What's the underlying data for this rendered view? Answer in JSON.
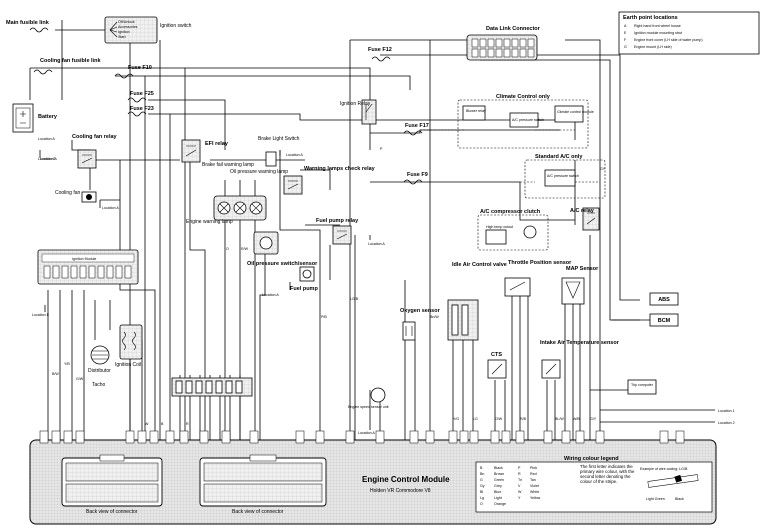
{
  "fusible_links": {
    "main": "Main fusible link",
    "cooling_fan": "Cooling fan fusible link"
  },
  "ignition_switch": {
    "label": "Ignition switch",
    "positions": [
      "Off/Unlock",
      "Accessories",
      "Ignition",
      "Start"
    ]
  },
  "battery": {
    "label": "Battery",
    "location": "Location A"
  },
  "fuses": {
    "f10": "Fuse F10",
    "f25": "Fuse F25",
    "f23": "Fuse F23",
    "f12": "Fuse F12",
    "f17": "Fuse F17",
    "f9": "Fuse F9"
  },
  "relays": {
    "cooling_fan": "Cooling fan relay",
    "efi": "EFI relay",
    "ignition": "Ignition Relay",
    "fuel_pump": "Fuel pump relay",
    "ac": "A/C relay",
    "warning_lamps": "Warning lamps check relay"
  },
  "components": {
    "cooling_fan": "Cooling fan",
    "brake_fail_lamp": "Brake fail warning lamp",
    "brake_light_switch": "Brake Light Switch",
    "oil_pressure_lamp": "Oil pressure warning lamp",
    "engine_lamp": "Engine warning lamp",
    "oil_pressure_switch": "Oil pressure switch/sensor",
    "fuel_pump": "Fuel pump",
    "ignition_module": "Ignition Module",
    "ignition_coil": "Ignition Coil",
    "distributor": "Distributor",
    "tacho": "Tacho",
    "oxygen_sensor": "Oxygen sensor",
    "idle_air": "Idle Air Control valve",
    "throttle": "Throttle Position sensor",
    "map": "MAP Sensor",
    "cts": "CTS",
    "intake_air": "Intake Air Temperature sensor",
    "ac_clutch": "A/C compressor clutch",
    "high_temp": "High temp cutout",
    "abs": "ABS",
    "bcm": "BCM",
    "trip": "Trip computer",
    "engine_speed": "Engine speed sensor unit"
  },
  "dlc": {
    "label": "Data Link Connector"
  },
  "earth_points": {
    "title": "Earth point locations",
    "items": [
      {
        "code": "A",
        "text": "Right hand front wheel house"
      },
      {
        "code": "E",
        "text": "Ignition module mounting strut"
      },
      {
        "code": "F",
        "text": "Engine front cover (LH side of water pump)"
      },
      {
        "code": "G",
        "text": "Engine mount (LH side)"
      }
    ]
  },
  "climate": {
    "title": "Climate Control only",
    "blower": "Blower relay",
    "pressure": "A/C pressure switch",
    "climate_module": "Climate control module"
  },
  "standard_ac": {
    "title": "Standard A/C only",
    "pressure": "A/C pressure switch"
  },
  "ecm": {
    "title": "Engine Control Module",
    "subtitle": "Holden VR Commodore V8",
    "back_view_1": "Back view of connector",
    "back_view_2": "Back view of connector"
  },
  "legend": {
    "title": "Wiring colour legend",
    "codes": [
      [
        "B",
        "Black"
      ],
      [
        "Bn",
        "Brown"
      ],
      [
        "G",
        "Green"
      ],
      [
        "Gy",
        "Grey"
      ],
      [
        "Bl",
        "Blue"
      ],
      [
        "Lg",
        "Light"
      ],
      [
        "O",
        "Orange"
      ]
    ],
    "codes2": [
      [
        "P",
        "Pink"
      ],
      [
        "R",
        "Red"
      ],
      [
        "Tn",
        "Tan"
      ],
      [
        "V",
        "Violet"
      ],
      [
        "W",
        "White"
      ],
      [
        "Y",
        "Yellow"
      ]
    ],
    "note": "The first letter indicates the primary wire colour, with the second letter denoting the colour of the stripe.",
    "example": "Example of wire coding: LG/B",
    "light_green": "Light Green",
    "black": "Black"
  },
  "locations": {
    "a": "Location A",
    "e": "Location E",
    "f": "Location F",
    "g": "Location G",
    "l1": "Location 1",
    "l2": "Location 2"
  },
  "wire_codes": [
    "Y/B",
    "B/W",
    "G/W",
    "W",
    "B",
    "R",
    "O",
    "R/W",
    "P/B",
    "LG/B",
    "Bn/W",
    "P",
    "GY",
    "Y/G",
    "LG",
    "O/W",
    "R/B",
    "BL/W",
    "W/B",
    "G/Y"
  ]
}
